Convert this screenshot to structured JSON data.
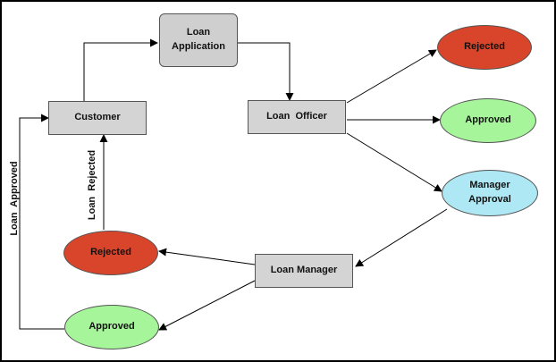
{
  "nodes": {
    "loan_application": "Loan\nApplication",
    "customer": "Customer",
    "loan_officer": "Loan  Officer",
    "rejected_officer": "Rejected",
    "approved_officer": "Approved",
    "manager_approval": "Manager\nApproval",
    "loan_manager": "Loan Manager",
    "rejected_manager": "Rejected",
    "approved_manager": "Approved"
  },
  "edge_labels": {
    "loan_approved": "Loan  Approved",
    "loan_rejected": "Loan  Rejected"
  },
  "colors": {
    "rejected": "#d9452a",
    "approved": "#a6f59a",
    "manager_approval": "#aee8f4",
    "box": "#d4d4d4"
  }
}
